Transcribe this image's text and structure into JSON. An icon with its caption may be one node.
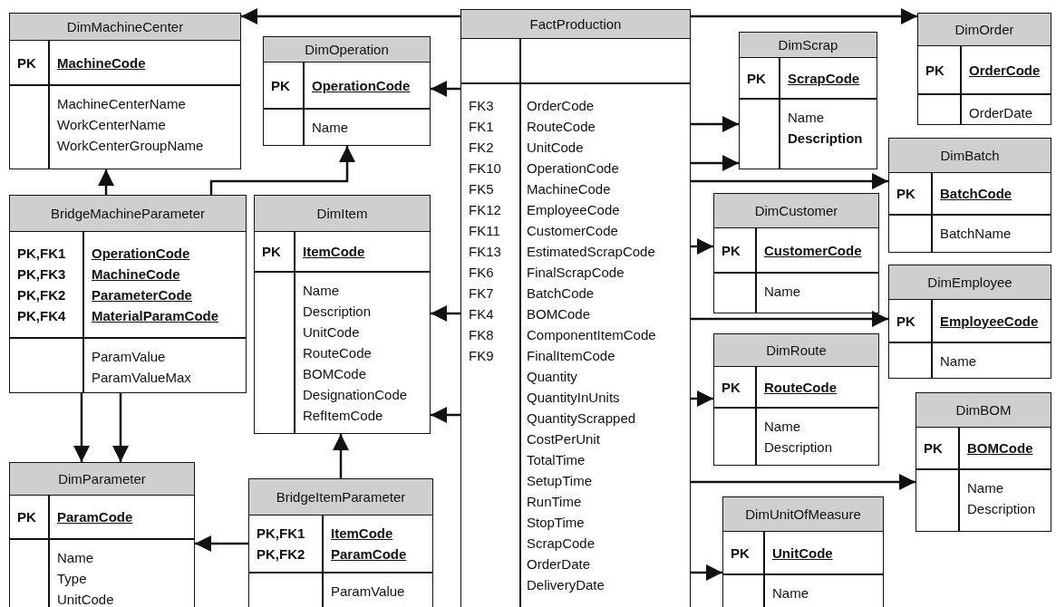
{
  "diagram": {
    "nodes": [
      {
        "text": [
          "DimMachineCenter",
          "PK",
          "MachineCode",
          "MachineCenterName WorkCenterName WorkCenterGroupName"
        ]
      },
      {
        "text": [
          "DimOperation",
          "PK",
          "OperationCode",
          "Name"
        ]
      },
      {
        "text": [
          "FactProduction",
          "FK3 FK1 FK2 FK10 FK5 FK12 FK11 FK13 FK6 FK7 FK4 FK8 FK9",
          "OrderCode RouteCode UnitCode OperationCode MachineCode EmployeeCode CustomerCode EstimatedScrapCode FinalScrapCode BatchCode BOMCode ComponentItemCode FinalItemCode Quantity QuantityInUnits QuantityScrapped CostPerUnit TotalTime SetupTime RunTime StopTime ScrapCode OrderDate DeliveryDate"
        ]
      },
      {
        "text": [
          "DimScrap",
          "PK",
          "ScrapCode",
          "Name **Description**"
        ]
      },
      {
        "text": [
          "DimOrder",
          "PK",
          "OrderCode",
          "OrderDate"
        ]
      },
      {
        "text": [
          "DimBatch",
          "PK",
          "BatchCode",
          "BatchName"
        ]
      },
      {
        "text": [
          "DimCustomer",
          "PK",
          "CustomerCode",
          "Name"
        ]
      },
      {
        "text": [
          "DimEmployee",
          "PK",
          "EmployeeCode",
          "Name"
        ]
      },
      {
        "text": [
          "DimRoute",
          "PK",
          "RouteCode",
          "Name Description"
        ]
      },
      {
        "text": [
          "DimBOM",
          "PK",
          "BOMCode",
          "Name Description"
        ]
      },
      {
        "text": [
          "BridgeMachineParameter",
          "PK,FK1 PK,FK3 PK,FK2 PK,FK4",
          "OperationCode MachineCode ParameterCode MaterialParamCode",
          "ParamValue ParamValueMax"
        ]
      },
      {
        "text": [
          "DimItem",
          "PK",
          "ItemCode",
          "Name Description UnitCode RouteCode BOMCode DesignationCode RefItemCode"
        ]
      },
      {
        "text": [
          "DimUnitOfMeasure",
          "PK",
          "UnitCode",
          "Name"
        ]
      },
      {
        "text": [
          "DimParameter",
          "PK",
          "ParamCode",
          "Name Type UnitCode"
        ]
      },
      {
        "text": [
          "BridgeItemParameter",
          "PK,FK1 PK,FK2",
          "ItemCode ParamCode",
          "ParamValue"
        ]
      }
    ],
    "edges": [
      {
        "from": 2,
        "to": 0,
        "arrow": "to"
      },
      {
        "from": 2,
        "to": 4,
        "arrow": "to"
      },
      {
        "from": 2,
        "to": 1,
        "arrow": "to"
      },
      {
        "from": 2,
        "to": 3,
        "arrow": "to"
      },
      {
        "from": 2,
        "to": 3,
        "arrow": "to"
      },
      {
        "from": 2,
        "to": 5,
        "arrow": "to"
      },
      {
        "from": 2,
        "to": 6,
        "arrow": "to"
      },
      {
        "from": 2,
        "to": 7,
        "arrow": "to"
      },
      {
        "from": 2,
        "to": 8,
        "arrow": "to"
      },
      {
        "from": 2,
        "to": 9,
        "arrow": "to"
      },
      {
        "from": 2,
        "to": 12,
        "arrow": "to"
      },
      {
        "from": 2,
        "to": 11,
        "arrow": "to"
      },
      {
        "from": 2,
        "to": 11,
        "arrow": "to"
      },
      {
        "from": 10,
        "to": 0,
        "arrow": "to"
      },
      {
        "from": 10,
        "to": 1,
        "arrow": "to"
      },
      {
        "from": 10,
        "to": 13,
        "arrow": "to"
      },
      {
        "from": 10,
        "to": 13,
        "arrow": "to"
      },
      {
        "from": 14,
        "to": 11,
        "arrow": "to"
      },
      {
        "from": 14,
        "to": 13,
        "arrow": "to"
      }
    ]
  }
}
